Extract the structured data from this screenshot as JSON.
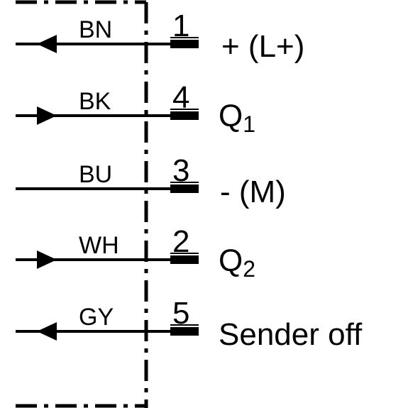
{
  "connections": [
    {
      "wire_color": "BN",
      "pin": "1",
      "signal": "+ (L+)",
      "signal_sub": "",
      "arrow": "left-pointing-icon"
    },
    {
      "wire_color": "BK",
      "pin": "4",
      "signal": "Q",
      "signal_sub": "1",
      "arrow": "right-pointing-icon"
    },
    {
      "wire_color": "BU",
      "pin": "3",
      "signal": "- (M)",
      "signal_sub": "",
      "arrow": ""
    },
    {
      "wire_color": "WH",
      "pin": "2",
      "signal": "Q",
      "signal_sub": "2",
      "arrow": "right-pointing-icon"
    },
    {
      "wire_color": "GY",
      "pin": "5",
      "signal": "Sender off",
      "signal_sub": "",
      "arrow": "left-pointing-icon"
    }
  ]
}
